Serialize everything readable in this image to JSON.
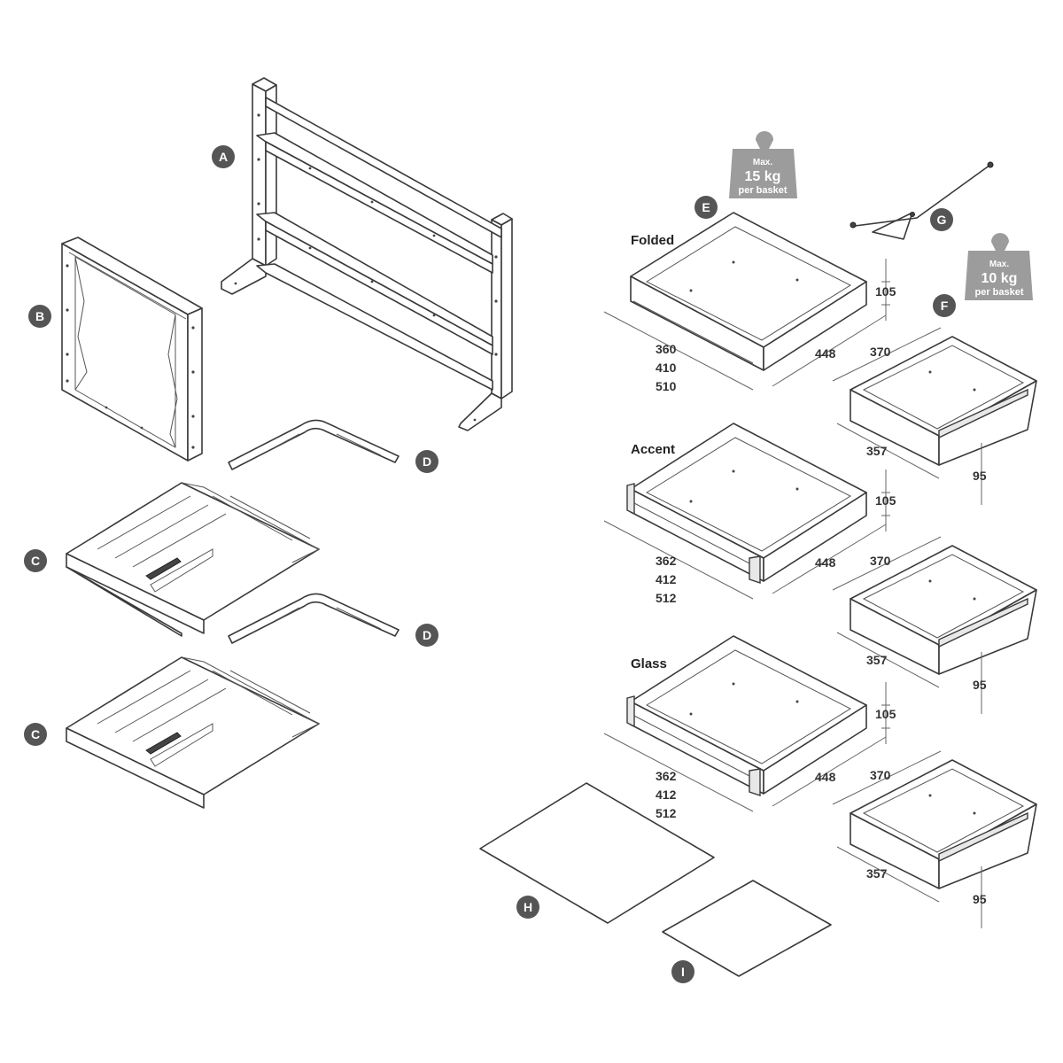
{
  "parts": {
    "A": "A",
    "B": "B",
    "C": "C",
    "D": "D",
    "E": "E",
    "F": "F",
    "G": "G",
    "H": "H",
    "I": "I"
  },
  "weights": {
    "large": {
      "line1": "Max.",
      "line2": "15 kg",
      "line3": "per basket"
    },
    "small": {
      "line1": "Max.",
      "line2": "10 kg",
      "line3": "per basket"
    }
  },
  "baskets": {
    "folded": {
      "title": "Folded",
      "height": "105",
      "depth": "448",
      "widths": [
        "360",
        "410",
        "510"
      ]
    },
    "accent": {
      "title": "Accent",
      "height": "105",
      "depth": "448",
      "widths": [
        "362",
        "412",
        "512"
      ]
    },
    "glass": {
      "title": "Glass",
      "height": "105",
      "depth": "448",
      "widths": [
        "362",
        "412",
        "512"
      ]
    }
  },
  "small_baskets": [
    {
      "width": "370",
      "depth": "357",
      "height": "95"
    },
    {
      "width": "370",
      "depth": "357",
      "height": "95"
    },
    {
      "width": "370",
      "depth": "357",
      "height": "95"
    }
  ]
}
